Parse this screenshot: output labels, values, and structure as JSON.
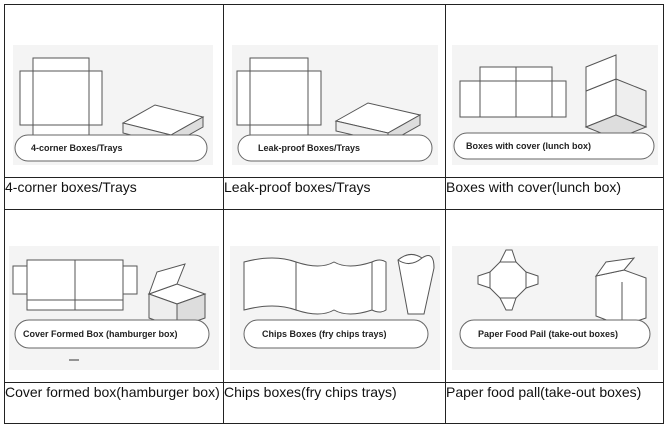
{
  "cells": [
    {
      "image_label": "4-corner Boxes/Trays",
      "caption": "4-corner boxes/Trays"
    },
    {
      "image_label": "Leak-proof Boxes/Trays",
      "caption": "Leak-proof boxes/Trays"
    },
    {
      "image_label": "Boxes with cover (lunch box)",
      "caption": "Boxes with cover(lunch box)"
    },
    {
      "image_label": "Cover Formed Box (hamburger box)",
      "caption": "Cover   formed   box(hamburger box)"
    },
    {
      "image_label": "Chips Boxes (fry chips trays)",
      "caption": "Chips boxes(fry chips trays)"
    },
    {
      "image_label": "Paper Food Pail (take-out boxes)",
      "caption": "Paper food pall(take-out boxes)"
    }
  ],
  "colors": {
    "border": "#222222",
    "panel_bg": "#f4f4f4",
    "line": "#555555"
  },
  "icons": [
    "4-corner-box-icon",
    "leak-proof-box-icon",
    "lunch-box-icon",
    "hamburger-box-icon",
    "chips-box-icon",
    "food-pail-icon"
  ]
}
